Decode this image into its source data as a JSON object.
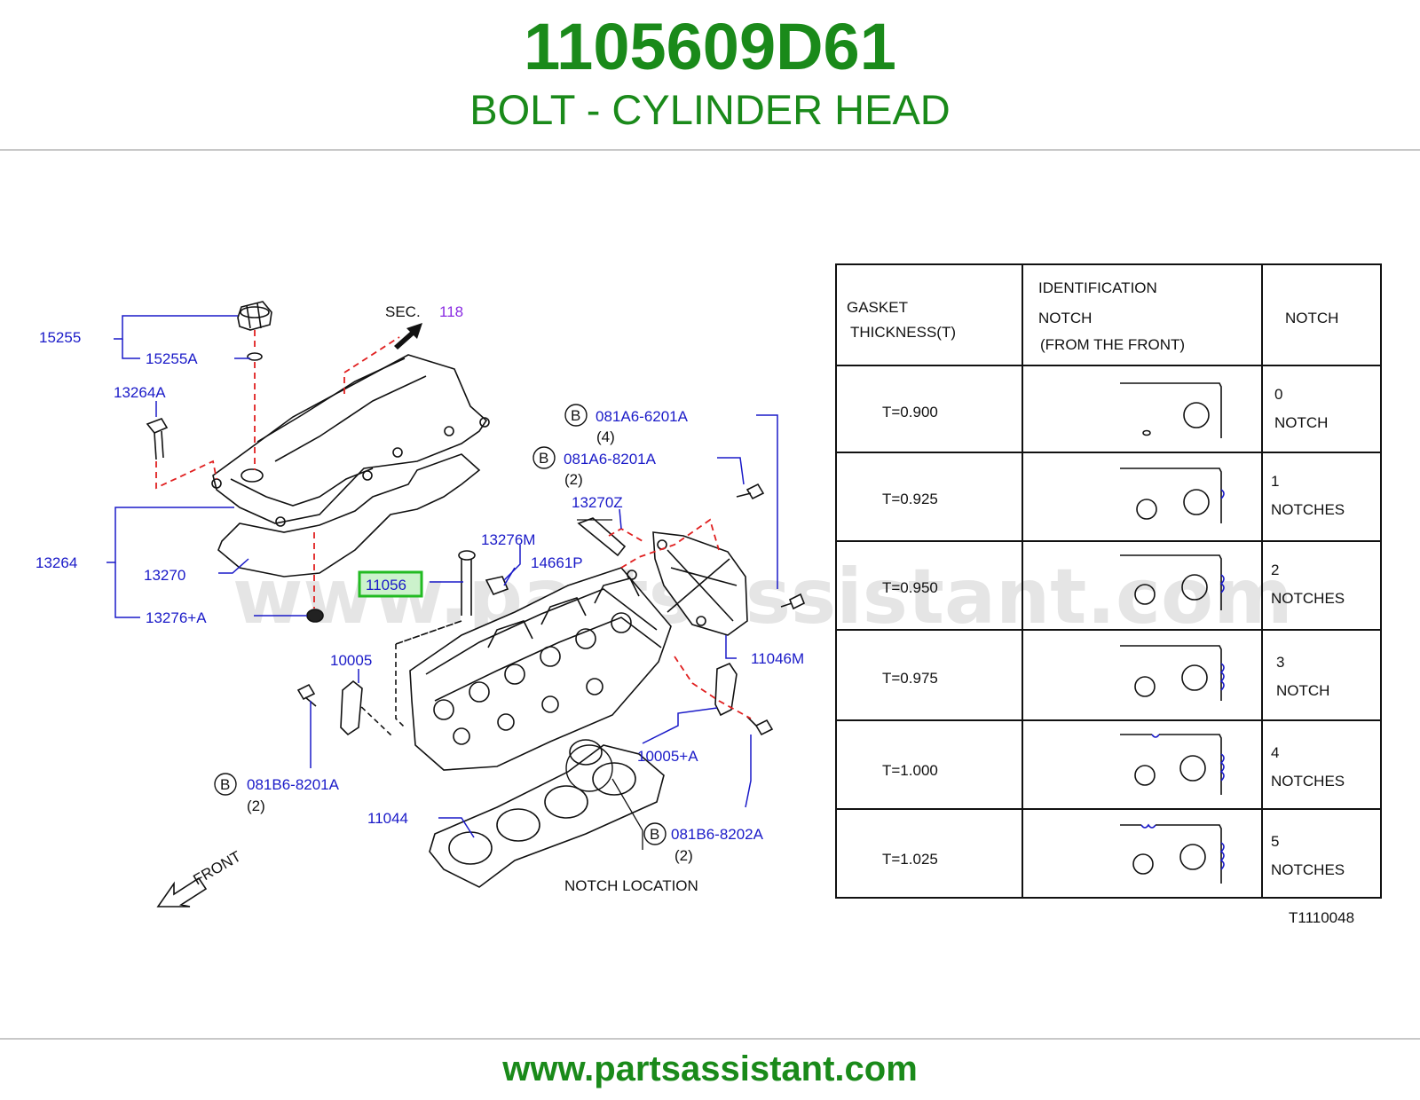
{
  "header": {
    "part_number": "1105609D61",
    "part_title": "BOLT - CYLINDER HEAD"
  },
  "footer": {
    "url": "www.partsassistant.com"
  },
  "watermark": "www.partsassistant.com",
  "colors": {
    "brand": "#1a8a1a",
    "label": "#1a1ac8",
    "highlight": "#22bb22",
    "section_ref": "#8a2be2",
    "dashed_line": "#e02020"
  },
  "diagram": {
    "sec_prefix": "SEC.",
    "sec_number": "118",
    "front_label": "FRONT",
    "notch_location_label": "NOTCH   LOCATION",
    "ref_code": "T1110048",
    "callouts": {
      "c15255": "15255",
      "c15255a": "15255A",
      "c13264a": "13264A",
      "c13264": "13264",
      "c13270": "13270",
      "c13276a": "13276+A",
      "c13276m": "13276M",
      "c14661p": "14661P",
      "c11056": "11056",
      "c10005": "10005",
      "c10005a": "10005+A",
      "c11044": "11044",
      "c13270z": "13270Z",
      "c11046m": "11046M",
      "b1": "081A6-6201A",
      "b1_qty": "(4)",
      "b2": "081A6-8201A",
      "b2_qty": "(2)",
      "b3": "081B6-8201A",
      "b3_qty": "(2)",
      "b4": "081B6-8202A",
      "b4_qty": "(2)",
      "b_marker": "B"
    }
  },
  "table": {
    "headers": {
      "thickness_l1": "GASKET",
      "thickness_l2": "THICKNESS(T)",
      "ident_l1": "IDENTIFICATION",
      "ident_l2": "NOTCH",
      "ident_l3": "(FROM   THE   FRONT)",
      "notch": "NOTCH"
    },
    "rows": [
      {
        "thickness": "T=0.900",
        "notch_count": "0",
        "notch_word": "NOTCH"
      },
      {
        "thickness": "T=0.925",
        "notch_count": "1",
        "notch_word": "NOTCHES"
      },
      {
        "thickness": "T=0.950",
        "notch_count": "2",
        "notch_word": "NOTCHES"
      },
      {
        "thickness": "T=0.975",
        "notch_count": "3",
        "notch_word": "NOTCH"
      },
      {
        "thickness": "T=1.000",
        "notch_count": "4",
        "notch_word": "NOTCHES"
      },
      {
        "thickness": "T=1.025",
        "notch_count": "5",
        "notch_word": "NOTCHES"
      }
    ]
  }
}
